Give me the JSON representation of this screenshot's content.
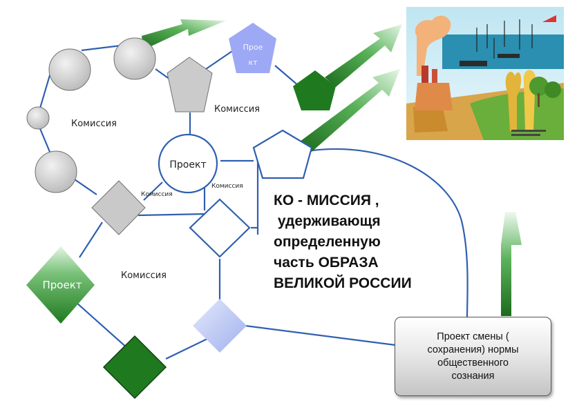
{
  "nodes": {
    "pentagon_top_label": "Прое кт",
    "pentagon_top_line1": "Прое",
    "pentagon_top_line2": "кт",
    "circle_project_label": "Проект",
    "green_diamond_label": "Проект"
  },
  "labels": {
    "komissiya_left": "Комиссия",
    "komissiya_upper": "Комиссия",
    "komissiya_small_left": "Комиссия",
    "komissiya_small_right": "Комиссия",
    "komissiya_lower": "Комиссия"
  },
  "main_text": {
    "line1": "КО - МИССИЯ ,",
    "line2": " удерживающя",
    "line3": "определенную",
    "line4": "часть ОБРАЗА",
    "line5": "ВЕЛИКОЙ РОССИИ"
  },
  "project_box": {
    "line1": "Проект смены (",
    "line2": "сохранения) нормы",
    "line3": "общественного",
    "line4": "сознания"
  },
  "colors": {
    "line": "#2f5fb0",
    "green_dark": "#1f7a1f",
    "green_light": "#7fc97f",
    "gray_fill": "#c8c8c8",
    "pentagon_blue": "#9ea9f5",
    "diamond_light_blue": "#b8c4f2"
  },
  "image": {
    "icon": "industrial-landscape-illustration"
  }
}
